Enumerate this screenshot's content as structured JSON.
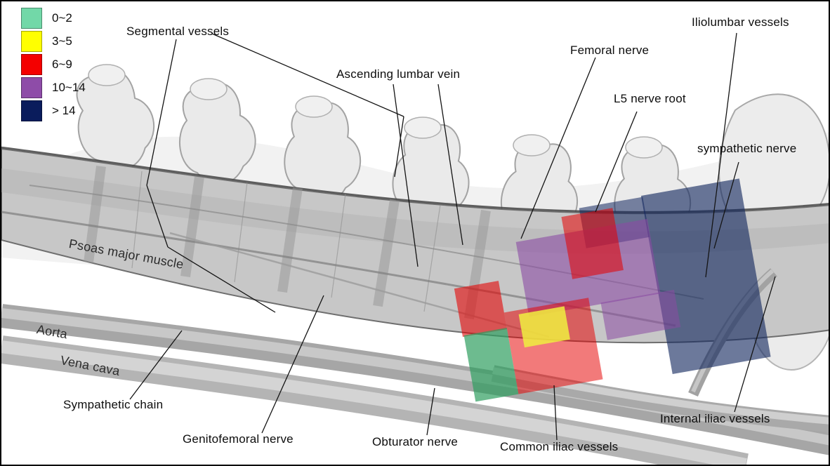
{
  "figure": {
    "description": "Lateral anatomical diagram of the lumbar spine with color-coded frequency map",
    "background_color": "#ffffff",
    "border_color": "#000000"
  },
  "legend": {
    "items": [
      {
        "range": "0~2",
        "color": "#72d8a8"
      },
      {
        "range": "3~5",
        "color": "#ffff00"
      },
      {
        "range": "6~9",
        "color": "#f40000"
      },
      {
        "range": "10~14",
        "color": "#8e4ca8"
      },
      {
        "range": "> 14",
        "color": "#0a1c5c"
      }
    ]
  },
  "labels": {
    "segmental_vessels": "Segmental vessels",
    "ascending_lumbar_vein": "Ascending lumbar vein",
    "femoral_nerve": "Femoral nerve",
    "iliolumbar_vessels": "Iliolumbar vessels",
    "l5_nerve_root": "L5 nerve root",
    "sympathetic_nerve": "sympathetic nerve",
    "psoas_major_muscle": "Psoas major muscle",
    "aorta": "Aorta",
    "vena_cava": "Vena cava",
    "sympathetic_chain": "Sympathetic chain",
    "genitofemoral_nerve": "Genitofemoral nerve",
    "obturator_nerve": "Obturator nerve",
    "common_iliac_vessels": "Common iliac vessels",
    "internal_iliac_vessels": "Internal iliac vessels"
  }
}
